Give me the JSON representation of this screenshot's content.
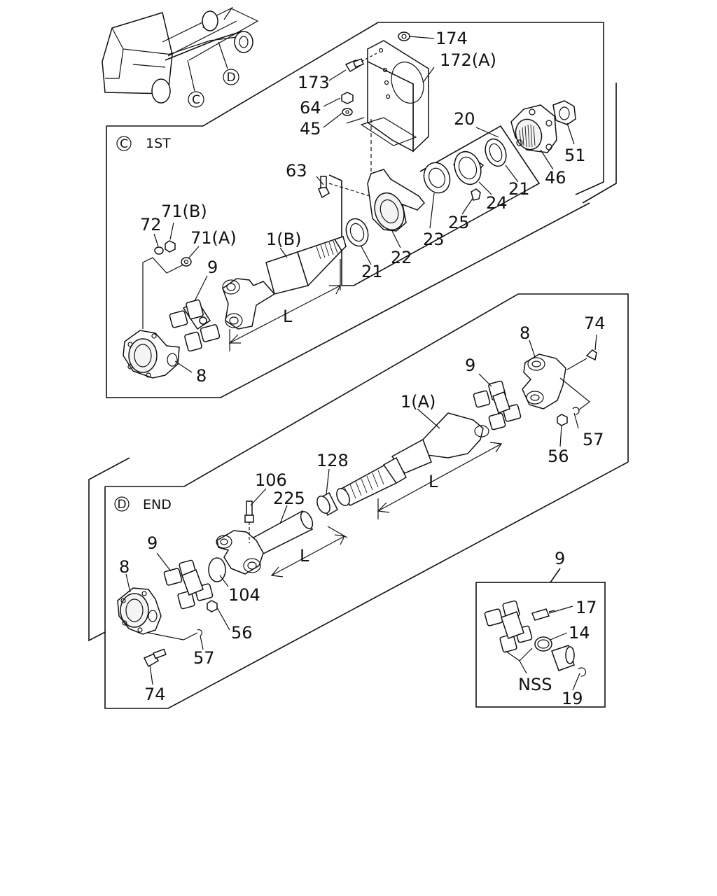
{
  "sections": {
    "first": {
      "marker": "C",
      "title": "1ST"
    },
    "end": {
      "marker": "D",
      "title": "END"
    },
    "ujoint": {
      "ref": "9"
    }
  },
  "truck_callouts": [
    "C",
    "D"
  ],
  "dimension_label": "L",
  "callouts": {
    "p174": "174",
    "p172a": "172(A)",
    "p173": "173",
    "p64": "64",
    "p45": "45",
    "p20": "20",
    "p51": "51",
    "p46": "46",
    "p63": "63",
    "p21a": "21",
    "p24": "24",
    "p25": "25",
    "p71b": "71(B)",
    "p72": "72",
    "p71a": "71(A)",
    "p1b": "1(B)",
    "p9a": "9",
    "p23": "23",
    "p22": "22",
    "p21b": "21",
    "p8a": "8",
    "p8b": "8",
    "p74a": "74",
    "p9b": "9",
    "p1a": "1(A)",
    "p57a": "57",
    "p56a": "56",
    "p128": "128",
    "p106": "106",
    "p225": "225",
    "p9c": "9",
    "p8c": "8",
    "p104": "104",
    "p56b": "56",
    "p57b": "57",
    "p74b": "74",
    "p17": "17",
    "p14": "14",
    "pNSS": "NSS",
    "p19": "19"
  }
}
